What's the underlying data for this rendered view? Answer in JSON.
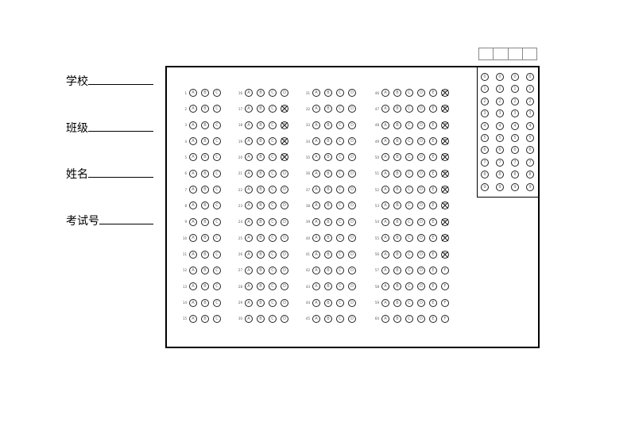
{
  "fields": [
    {
      "label": "学校"
    },
    {
      "label": "班级"
    },
    {
      "label": "姓名"
    },
    {
      "label": "考试号"
    }
  ],
  "columns": [
    {
      "start": 1,
      "count": 15,
      "options": [
        "A",
        "B",
        "C"
      ],
      "x_marks": []
    },
    {
      "start": 16,
      "count": 15,
      "options": [
        "A",
        "B",
        "C",
        "D"
      ],
      "x_marks": [
        17,
        18,
        19,
        20
      ]
    },
    {
      "start": 31,
      "count": 15,
      "options": [
        "A",
        "B",
        "C",
        "D"
      ],
      "x_marks": []
    },
    {
      "start": 46,
      "count": 15,
      "options": [
        "A",
        "B",
        "C",
        "D",
        "E",
        "F"
      ],
      "x_marks": [
        46,
        47,
        48,
        49,
        50,
        51,
        52,
        53,
        54,
        55,
        56
      ]
    }
  ],
  "id_grid": {
    "cols": 4,
    "digits": [
      "0",
      "1",
      "2",
      "3",
      "4",
      "5",
      "6",
      "7",
      "8",
      "9"
    ]
  },
  "code_boxes": 4
}
